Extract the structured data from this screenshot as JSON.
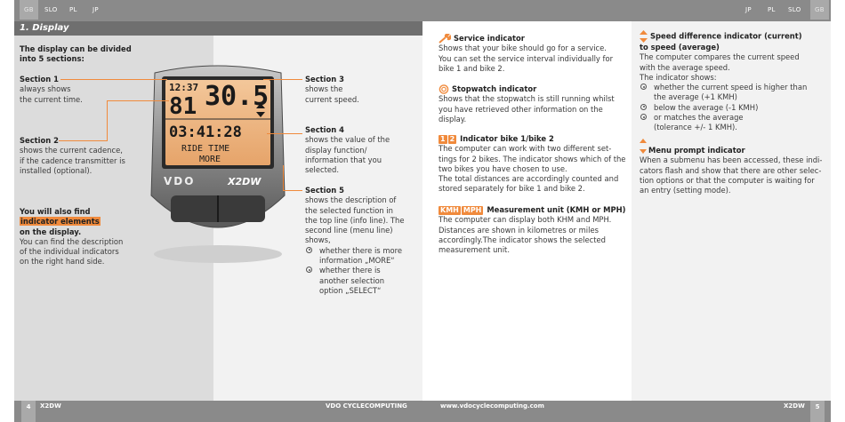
{
  "top_left_langs": [
    "GB",
    "SLO",
    "PL",
    "JP"
  ],
  "top_right_langs": [
    "JP",
    "PL",
    "SLO",
    "GB"
  ],
  "section_title": "1. Display",
  "left": {
    "intro": [
      "The display can be divided",
      "into 5 sections:"
    ],
    "s1_title": "Section 1",
    "s1_lines": [
      "always shows",
      "the current time."
    ],
    "s2_title": "Section 2",
    "s2_lines": [
      "shows the current cadence,",
      "if the cadence transmitter is",
      "installed (optional)."
    ],
    "also_line1": "You will also find",
    "also_hl": "indicator elements",
    "also_line3": "on the display.",
    "also_desc": [
      "You can find the description",
      "of the individual indicators",
      "on the right hand side."
    ]
  },
  "device": {
    "time": "12:37",
    "speed": "30.5",
    "cadence": "81",
    "value": "03:41:28",
    "info": "RIDE TIME",
    "menu": "MORE",
    "brand": "VDO",
    "model": "X2DW"
  },
  "mid": {
    "s3_title": "Section 3",
    "s3_lines": [
      "shows the",
      "current speed."
    ],
    "s4_title": "Section 4",
    "s4_lines": [
      "shows the value of the",
      "display function/",
      "information that you",
      "selected."
    ],
    "s5_title": "Section 5",
    "s5_lines": [
      "shows the description of",
      "the selected function in",
      "the top line (info line). The",
      "second line (menu line)",
      "shows,"
    ],
    "s5_b1": [
      "whether there is more",
      "information „MORE“"
    ],
    "s5_b2": [
      "whether there is",
      "another selection",
      "option „SELECT“"
    ]
  },
  "col3": {
    "service_title": "Service indicator",
    "service_lines": [
      "Shows that your bike should go for a service.",
      "You can set the service interval individually for",
      "bike 1 and bike 2."
    ],
    "stopwatch_title": "Stopwatch indicator",
    "stopwatch_lines": [
      "Shows that the stopwatch is still running whilst",
      "you have retrieved other information on the",
      "display."
    ],
    "bike_icon1": "1",
    "bike_icon2": "2",
    "bike_title": "Indicator bike 1/bike 2",
    "bike_lines": [
      "The computer can work with two different set-",
      "tings for 2 bikes. The indicator shows which of the",
      "two bikes you have chosen to use.",
      "The total distances are accordingly counted and",
      "stored separately for bike 1 and bike 2."
    ],
    "kmh_label": "KMH",
    "mph_label": "MPH",
    "unit_title": "Measurement unit (KMH or MPH)",
    "unit_lines": [
      "The computer can display both KHM and MPH.",
      "Distances are shown in kilometres or miles",
      "accordingly.The indicator shows the selected",
      "measurement unit."
    ]
  },
  "col4": {
    "speed_title1": "Speed difference indicator (current)",
    "speed_title2": "to speed (average)",
    "speed_lines": [
      "The computer compares the current speed",
      "with the average speed.",
      "The indicator shows:"
    ],
    "b1": [
      "whether the current speed is higher than",
      "the average (+1 KMH)"
    ],
    "b2": [
      "below the average (-1 KMH)"
    ],
    "b3": [
      "or matches the average",
      "(tolerance +/- 1 KMH)."
    ],
    "menu_title": "Menu prompt indicator",
    "menu_lines": [
      "When a submenu has been accessed, these indi-",
      "cators flash and show that there are other selec-",
      "tion options or that the computer is waiting for",
      "an entry (setting mode)."
    ]
  },
  "footer": {
    "page_left": "4",
    "model_left": "X2DW",
    "brand_center": "VDO CYCLECOMPUTING",
    "url": "www.vdocyclecomputing.com",
    "model_right": "X2DW",
    "page_right": "5"
  },
  "colors": {
    "accent": "#f08a3c",
    "bar": "#8a8a8a",
    "header": "#6f6f6f",
    "panel": "#dcdcdc"
  }
}
